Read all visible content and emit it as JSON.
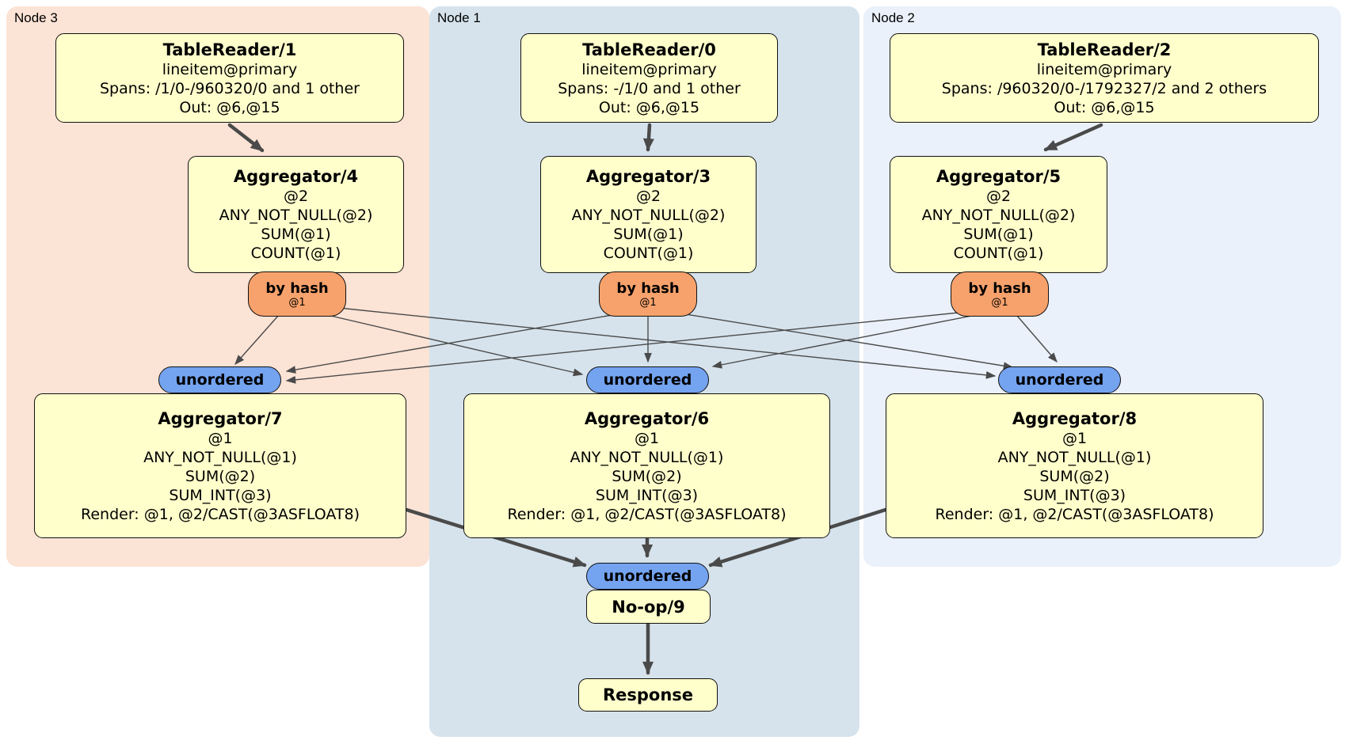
{
  "groups": [
    {
      "label": "Node 3"
    },
    {
      "label": "Node 1"
    },
    {
      "label": "Node 2"
    }
  ],
  "boxes": {
    "tr1": {
      "title": "TableReader/1",
      "lines": [
        "lineitem@primary",
        "Spans: /1/0-/960320/0 and 1 other",
        "Out: @6,@15"
      ]
    },
    "tr0": {
      "title": "TableReader/0",
      "lines": [
        "lineitem@primary",
        "Spans: -/1/0 and 1 other",
        "Out: @6,@15"
      ]
    },
    "tr2": {
      "title": "TableReader/2",
      "lines": [
        "lineitem@primary",
        "Spans: /960320/0-/1792327/2 and 2 others",
        "Out: @6,@15"
      ]
    },
    "agg4": {
      "title": "Aggregator/4",
      "lines": [
        "@2",
        "ANY_NOT_NULL(@2)",
        "SUM(@1)",
        "COUNT(@1)"
      ]
    },
    "agg3": {
      "title": "Aggregator/3",
      "lines": [
        "@2",
        "ANY_NOT_NULL(@2)",
        "SUM(@1)",
        "COUNT(@1)"
      ]
    },
    "agg5": {
      "title": "Aggregator/5",
      "lines": [
        "@2",
        "ANY_NOT_NULL(@2)",
        "SUM(@1)",
        "COUNT(@1)"
      ]
    },
    "agg7": {
      "title": "Aggregator/7",
      "lines": [
        "@1",
        "ANY_NOT_NULL(@1)",
        "SUM(@2)",
        "SUM_INT(@3)",
        "Render: @1, @2/CAST(@3ASFLOAT8)"
      ]
    },
    "agg6": {
      "title": "Aggregator/6",
      "lines": [
        "@1",
        "ANY_NOT_NULL(@1)",
        "SUM(@2)",
        "SUM_INT(@3)",
        "Render: @1, @2/CAST(@3ASFLOAT8)"
      ]
    },
    "agg8": {
      "title": "Aggregator/8",
      "lines": [
        "@1",
        "ANY_NOT_NULL(@1)",
        "SUM(@2)",
        "SUM_INT(@3)",
        "Render: @1, @2/CAST(@3ASFLOAT8)"
      ]
    },
    "noop": {
      "title": "No-op/9"
    },
    "response": {
      "title": "Response"
    }
  },
  "routers": {
    "by_hash": {
      "label": "by hash",
      "sub": "@1"
    }
  },
  "streams": {
    "unordered": {
      "label": "unordered"
    }
  },
  "colors": {
    "node3_bg": "#fbe3d5",
    "node1_bg": "#d6e3ec",
    "node2_bg": "#eaf1fa",
    "box_fill": "#ffffcc",
    "router_fill": "#f7a26c",
    "stream_fill": "#74a3f0",
    "edge": "#4a4a4a",
    "border": "#111111"
  }
}
